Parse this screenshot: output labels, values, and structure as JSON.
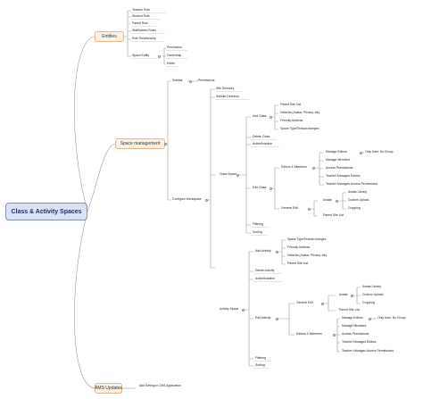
{
  "root": {
    "label": "Class & Activity Spaces"
  },
  "entities": {
    "label": "Entities",
    "items": [
      "Teacher Role",
      "Student Role",
      "Parent Role",
      "Staff/Admin Roles",
      "Role Relationship",
      "Space Entity"
    ],
    "space_entity_children": [
      "Permission",
      "Ownership",
      "Editor"
    ]
  },
  "space_management": {
    "label": "Space management",
    "sidebar": {
      "label": "Sidebar",
      "child": "Permissions"
    },
    "configure_workspace": {
      "label": "Configure Workspace"
    },
    "site_directory": "Site Directory",
    "subsite_directory": "Subsite Directory",
    "class_space": {
      "label": "Class Space",
      "add_class": {
        "label": "Add Class",
        "items": [
          "Parent Site List",
          "Defaults (Avatar, Privacy, etc)",
          "Friendly Address",
          "Space Type/Textual changes"
        ]
      },
      "delete_class": "Delete Class",
      "active_inactive": "Active/Inactive",
      "edit_class": {
        "label": "Edit Class",
        "editors_members": {
          "label": "Editors & Members",
          "items": [
            "Manage Editors",
            "Manage Members",
            "Access Permissions",
            "Teacher Manages Editors",
            "Teacher Manages Access Permissions"
          ],
          "manage_editors_note": "Only User, No Group"
        },
        "general_edit": {
          "label": "General Edit",
          "avatar": {
            "label": "Avatar",
            "items": [
              "Avatar Library",
              "Custom Upload",
              "Cropping"
            ]
          },
          "parent_site_list": "Parent Site List"
        }
      },
      "filtering": "Filtering",
      "sorting": "Sorting"
    },
    "activity_space": {
      "label": "Activity Space",
      "add_activity": {
        "label": "Add Activity",
        "items": [
          "Space Type/Textual changes",
          "Friendly Address",
          "Defaults (Avatar, Privacy, etc)",
          "Parent Site List"
        ]
      },
      "delete_activity": "Delete Activity",
      "active_inactive": "Active/Inactive",
      "edit_activity": {
        "label": "Edit Activity",
        "general_edit": {
          "label": "General Edit",
          "avatar": {
            "label": "Avatar",
            "items": [
              "Avatar Library",
              "Custom Upload",
              "Cropping"
            ]
          },
          "parent_site_list": "Parent Site List"
        },
        "editors_members": {
          "label": "Editors & Members",
          "items": [
            "Manage Editors",
            "Manage Members",
            "Access Permissions",
            "Teacher Manages Editors",
            "Teacher Manages Access Permissions"
          ],
          "manage_editors_note": "Only User, No Group"
        }
      },
      "filtering": "Filtering",
      "sorting": "Sorting"
    }
  },
  "ams_updates": {
    "label": "AMS Updates",
    "child": "Add Setting in CMS Application"
  },
  "colors": {
    "root_fill": "#d9e3f5",
    "root_border": "#7d8fb3",
    "main_fill": "#fdf0e4",
    "main_border": "#e3b58d",
    "line": "#9a9a9a"
  }
}
